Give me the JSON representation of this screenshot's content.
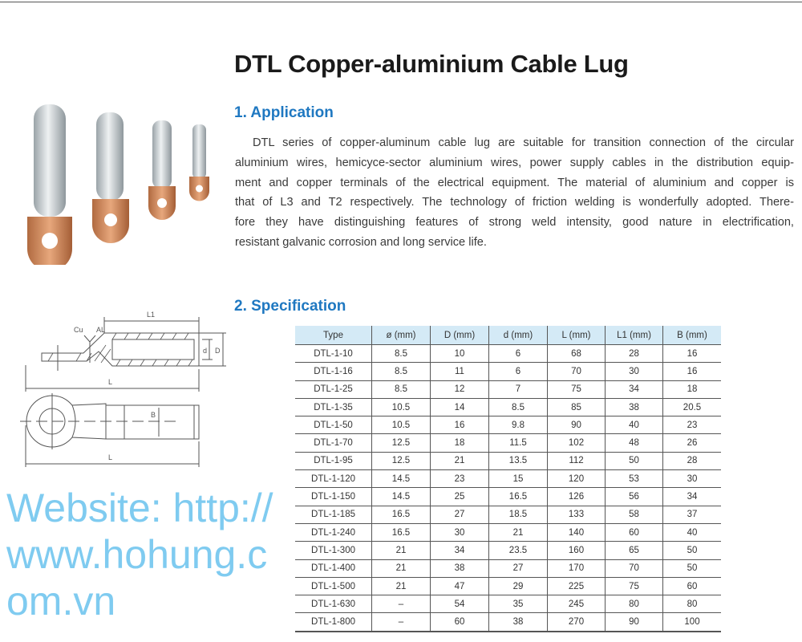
{
  "title": "DTL Copper-aluminium Cable Lug",
  "application": {
    "heading": "1. Application",
    "lines": [
      "DTL series of copper-aluminum cable lug are suitable for transition connection of the circular",
      "aluminium wires, hemicyce-sector aluminium wires, power supply cables in the distribution equip-",
      "ment and copper terminals of the electrical equipment. The material of aluminium and copper is",
      "that of L3 and T2 respectively. The technology of friction welding is wonderfully adopted. There-",
      "fore they have distinguishing features of strong weld intensity, good nature in electrification,",
      "resistant galvanic corrosion and long service life."
    ]
  },
  "specification": {
    "heading": "2. Specification",
    "diagram_labels": {
      "l1": "L1",
      "cu": "Cu",
      "al": "AL",
      "d": "d",
      "D": "D",
      "L": "L",
      "B": "B"
    },
    "columns": [
      "Type",
      "ø (mm)",
      "D (mm)",
      "d (mm)",
      "L (mm)",
      "L1 (mm)",
      "B (mm)"
    ],
    "rows": [
      [
        "DTL-1-10",
        "8.5",
        "10",
        "6",
        "68",
        "28",
        "16"
      ],
      [
        "DTL-1-16",
        "8.5",
        "11",
        "6",
        "70",
        "30",
        "16"
      ],
      [
        "DTL-1-25",
        "8.5",
        "12",
        "7",
        "75",
        "34",
        "18"
      ],
      [
        "DTL-1-35",
        "10.5",
        "14",
        "8.5",
        "85",
        "38",
        "20.5"
      ],
      [
        "DTL-1-50",
        "10.5",
        "16",
        "9.8",
        "90",
        "40",
        "23"
      ],
      [
        "DTL-1-70",
        "12.5",
        "18",
        "11.5",
        "102",
        "48",
        "26"
      ],
      [
        "DTL-1-95",
        "12.5",
        "21",
        "13.5",
        "112",
        "50",
        "28"
      ],
      [
        "DTL-1-120",
        "14.5",
        "23",
        "15",
        "120",
        "53",
        "30"
      ],
      [
        "DTL-1-150",
        "14.5",
        "25",
        "16.5",
        "126",
        "56",
        "34"
      ],
      [
        "DTL-1-185",
        "16.5",
        "27",
        "18.5",
        "133",
        "58",
        "37"
      ],
      [
        "DTL-1-240",
        "16.5",
        "30",
        "21",
        "140",
        "60",
        "40"
      ],
      [
        "DTL-1-300",
        "21",
        "34",
        "23.5",
        "160",
        "65",
        "50"
      ],
      [
        "DTL-1-400",
        "21",
        "38",
        "27",
        "170",
        "70",
        "50"
      ],
      [
        "DTL-1-500",
        "21",
        "47",
        "29",
        "225",
        "75",
        "60"
      ],
      [
        "DTL-1-630",
        "–",
        "54",
        "35",
        "245",
        "80",
        "80"
      ],
      [
        "DTL-1-800",
        "–",
        "60",
        "38",
        "270",
        "90",
        "100"
      ]
    ]
  },
  "watermark": "Website: http://www.hohung.com.vn",
  "colors": {
    "heading": "#1f78c1",
    "table_header": "#d4eaf6",
    "watermark": "#46b4eb"
  }
}
